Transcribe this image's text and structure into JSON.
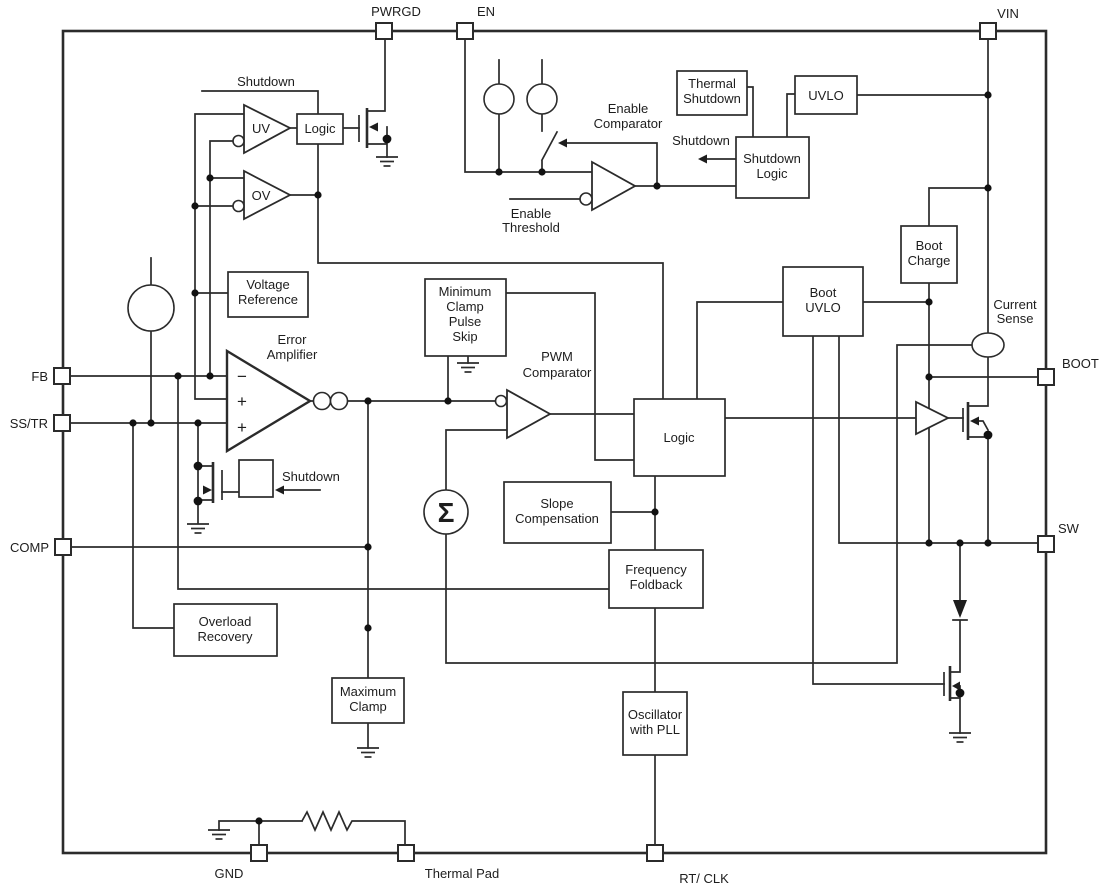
{
  "pins": {
    "pwrgd": "PWRGD",
    "en": "EN",
    "vin": "VIN",
    "fb": "FB",
    "ss_tr": "SS/TR",
    "comp": "COMP",
    "boot": "BOOT",
    "sw": "SW",
    "gnd": "GND",
    "thermal_pad": "Thermal Pad",
    "rt_clk": "RT/ CLK"
  },
  "blocks": {
    "uv_logic": "Logic",
    "voltage_reference": [
      "Voltage",
      "Reference"
    ],
    "minimum_clamp": [
      "Minimum",
      "Clamp",
      "Pulse",
      "Skip"
    ],
    "thermal_shutdown": [
      "Thermal",
      "Shutdown"
    ],
    "uvlo": "UVLO",
    "shutdown_logic": [
      "Shutdown",
      "Logic"
    ],
    "boot_charge": [
      "Boot",
      "Charge"
    ],
    "boot_uvlo": [
      "Boot",
      "UVLO"
    ],
    "main_logic": "Logic",
    "slope_compensation": [
      "Slope",
      "Compensation"
    ],
    "frequency_foldback": [
      "Frequency",
      "Foldback"
    ],
    "oscillator_pll": [
      "Oscillator",
      "with PLL"
    ],
    "overload_recovery": [
      "Overload",
      "Recovery"
    ],
    "maximum_clamp": [
      "Maximum",
      "Clamp"
    ]
  },
  "labels": {
    "shutdown": "Shutdown",
    "enable_comparator": [
      "Enable",
      "Comparator"
    ],
    "enable_threshold": [
      "Enable",
      "Threshold"
    ],
    "error_amplifier": [
      "Error",
      "Amplifier"
    ],
    "pwm_comparator": [
      "PWM",
      "Comparator"
    ],
    "current_sense": [
      "Current",
      "Sense"
    ],
    "uv": "UV",
    "ov": "OV",
    "sigma": "Σ",
    "minus": "−",
    "plus": "+"
  },
  "colors": {
    "line": "#2b2b2b",
    "text": "#1d1d1d",
    "background": "#ffffff"
  }
}
